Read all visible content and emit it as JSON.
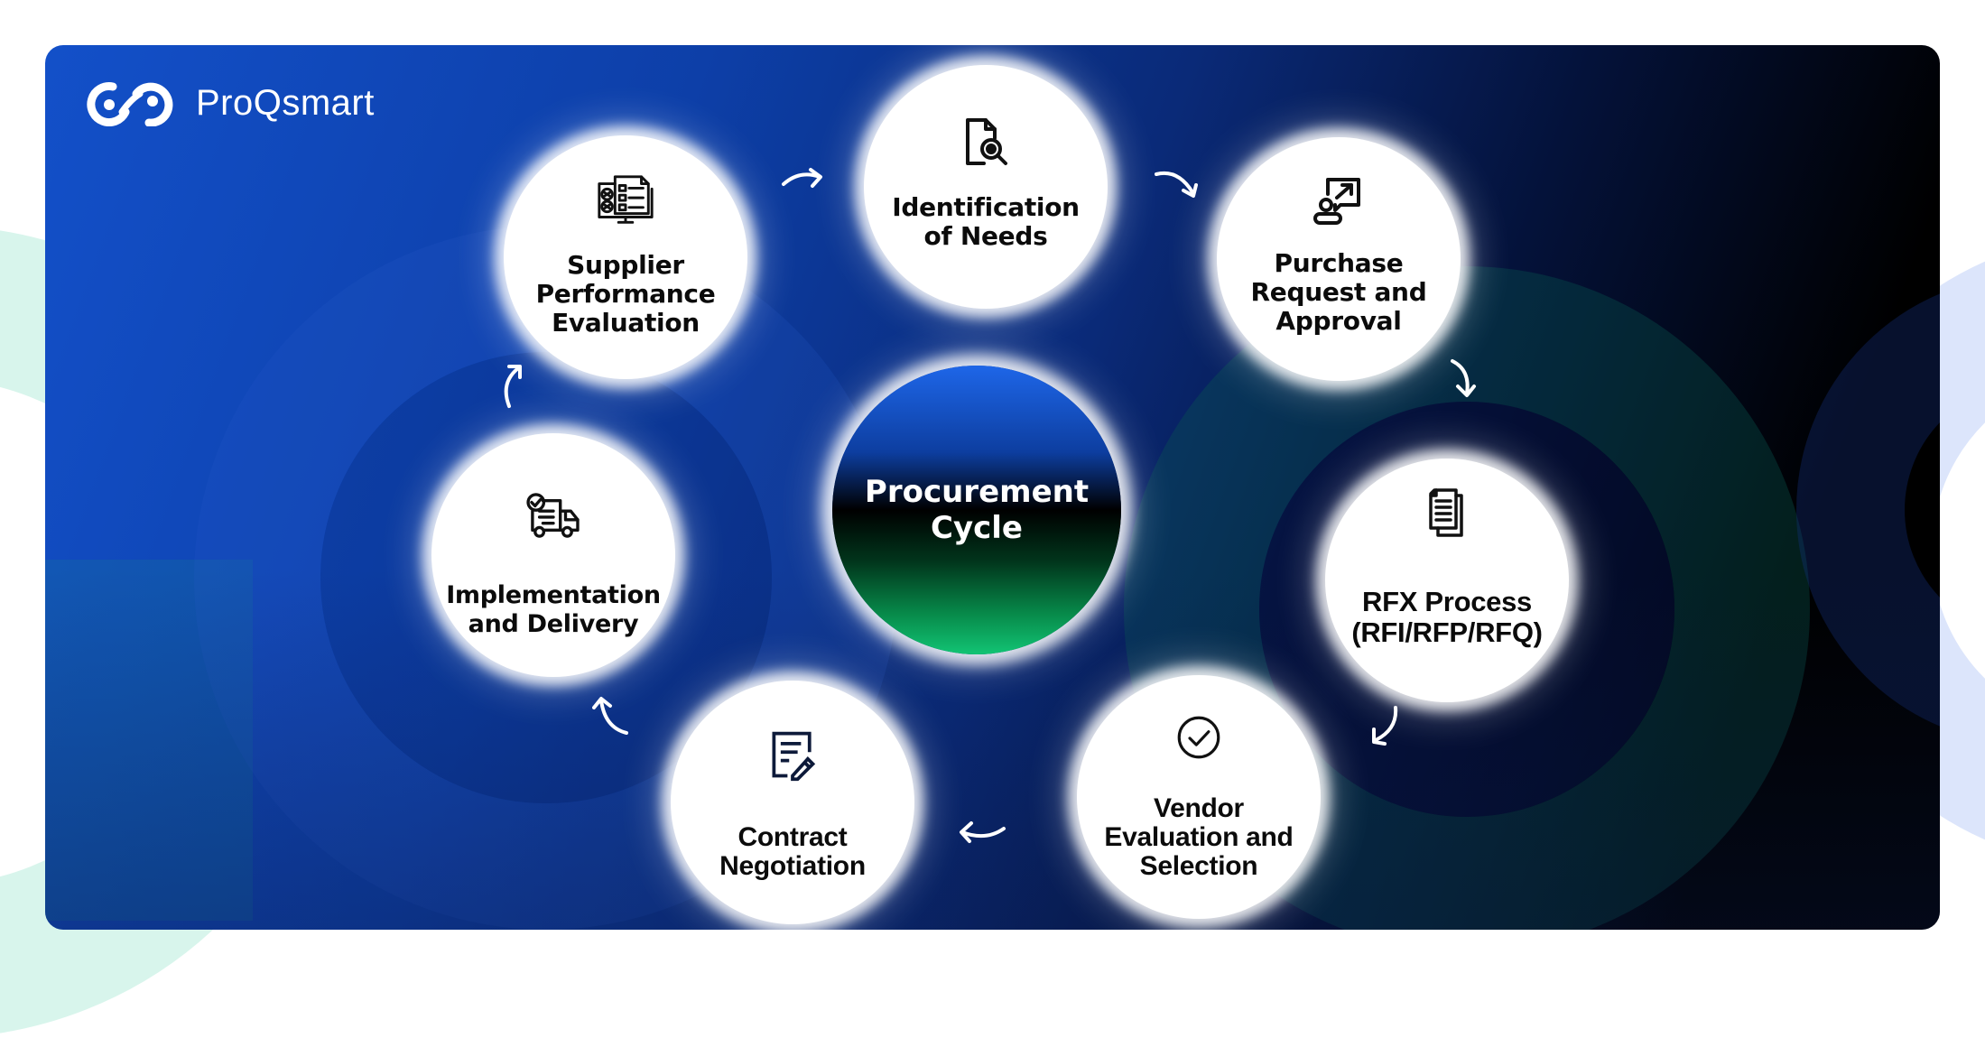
{
  "brand": {
    "name": "ProQsmart",
    "logo_icon": "linked-circles-logo-icon"
  },
  "diagram": {
    "title": "Procurement Cycle",
    "center_label": "Procurement\nCycle",
    "colors": {
      "card_gradient_start": "#1350c9",
      "card_gradient_end": "#000000",
      "center_top": "#1e66e8",
      "center_mid": "#000000",
      "center_bottom": "#12c474",
      "step_fill": "#ffffff",
      "step_text": "#0b0b0b",
      "arrow": "#ffffff"
    },
    "steps": [
      {
        "order": 1,
        "label": "Identification\nof Needs",
        "icon": "document-search-icon"
      },
      {
        "order": 2,
        "label": "Purchase\nRequest and\nApproval",
        "icon": "user-request-arrow-icon"
      },
      {
        "order": 3,
        "label": "RFX Process\n(RFI/RFP/RFQ)",
        "icon": "documents-stack-icon"
      },
      {
        "order": 4,
        "label": "Vendor\nEvaluation and\nSelection",
        "icon": "check-circle-icon"
      },
      {
        "order": 5,
        "label": "Contract\nNegotiation",
        "icon": "contract-pen-icon"
      },
      {
        "order": 6,
        "label": "Implementation\nand Delivery",
        "icon": "delivery-truck-icon"
      },
      {
        "order": 7,
        "label": "Supplier\nPerformance\nEvaluation",
        "icon": "monitor-checklist-icon"
      }
    ],
    "flow_direction": "clockwise"
  }
}
